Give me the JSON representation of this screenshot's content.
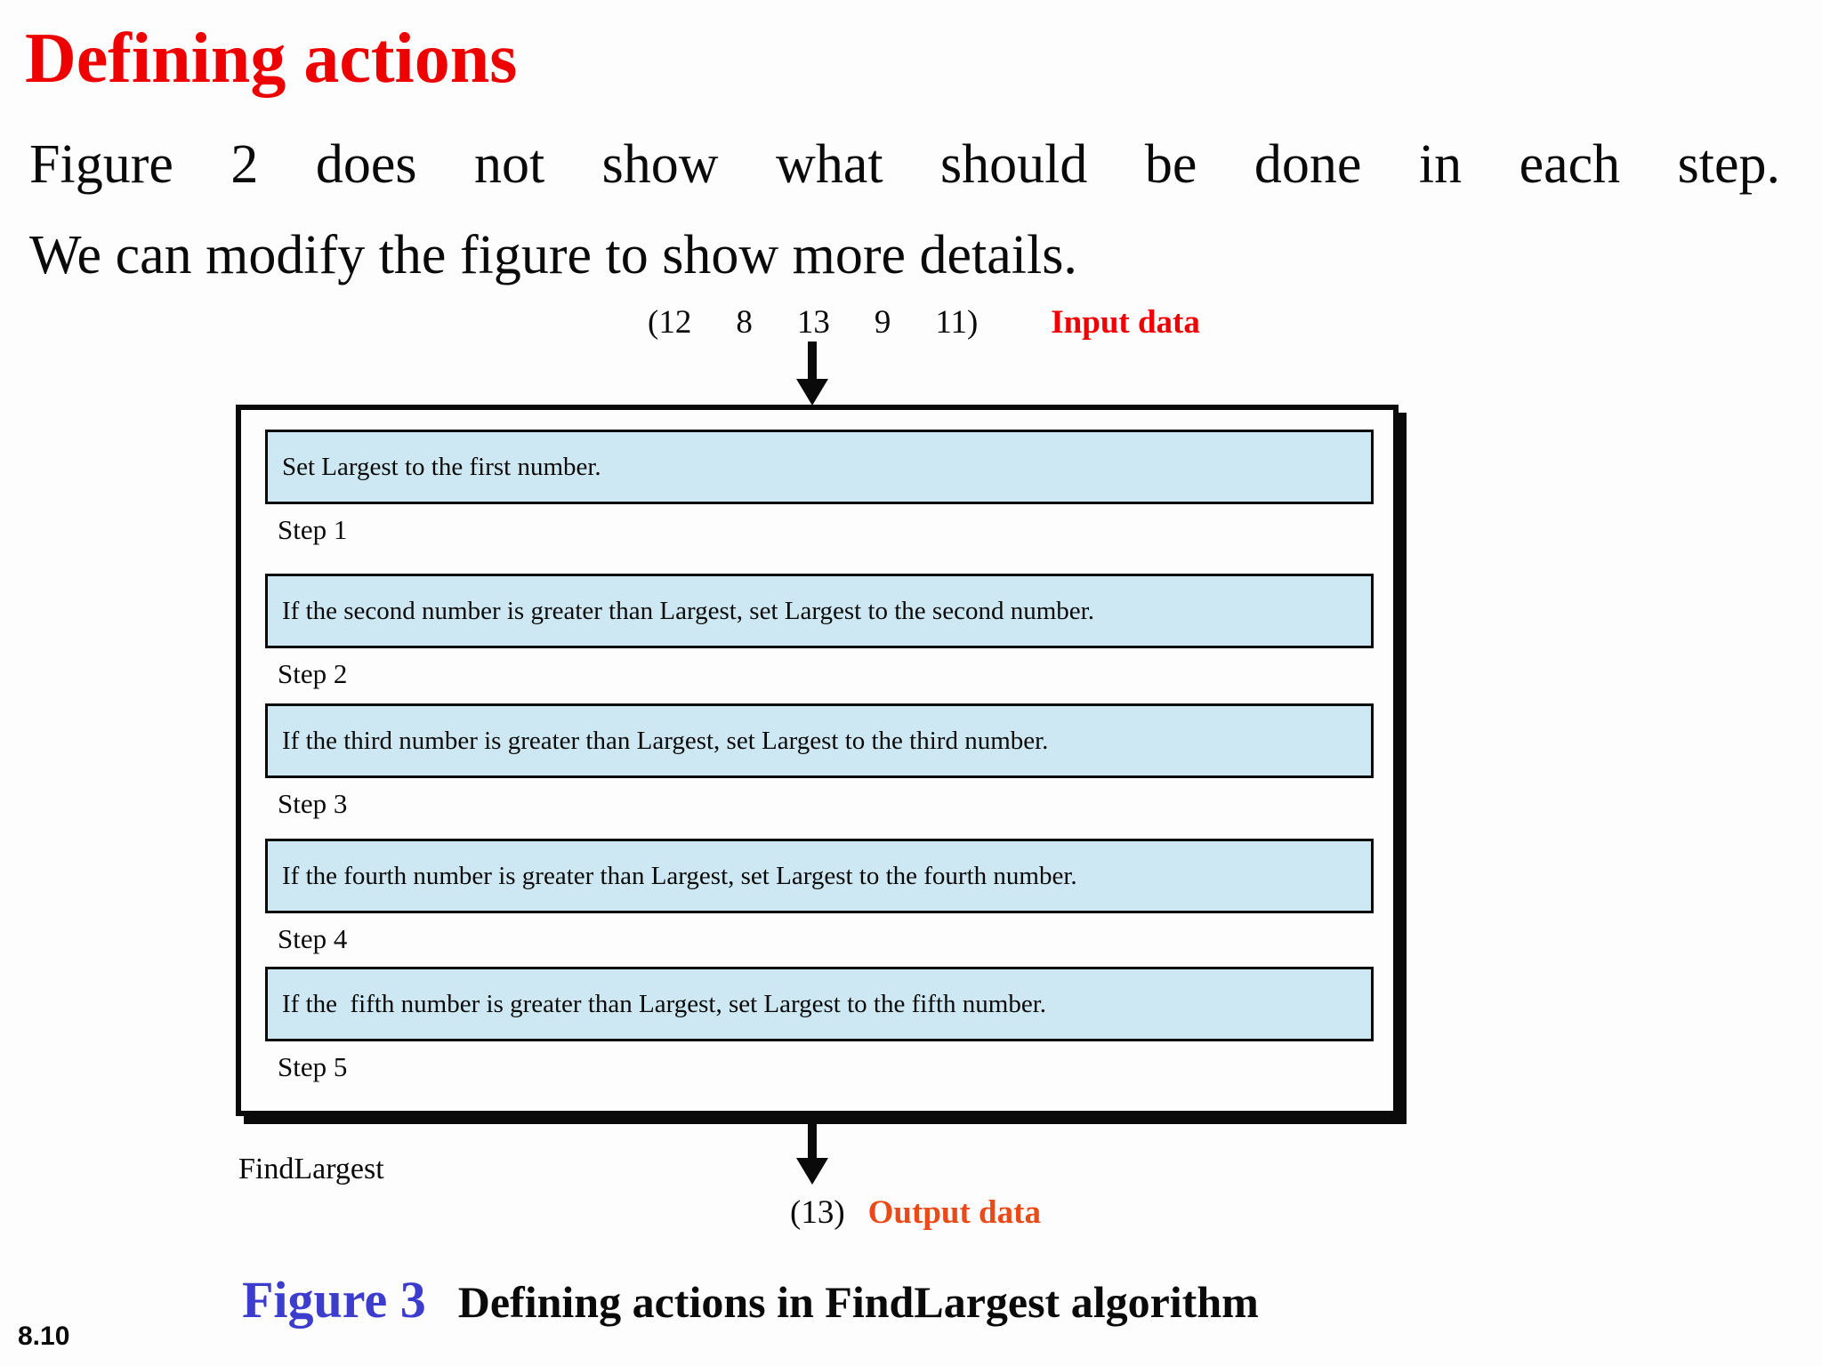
{
  "theme": {
    "title_red": "#ee0000",
    "input_red": "#f00000",
    "output_orange": "#ea4a18",
    "figure_blue": "#3c3ccd",
    "step_fill": "#cde8f2",
    "line_black": "#0a0a0a"
  },
  "slide": {
    "title": "Defining actions",
    "body_line1": "Figure 2 does not show what should be done in each step.",
    "body_line2": "We can modify the figure to show more details.",
    "page_number": "8.10"
  },
  "figure": {
    "input": {
      "values": [
        "(12",
        "8",
        "13",
        "9",
        "11)"
      ],
      "label": "Input data"
    },
    "steps": [
      {
        "label": "Step 1",
        "text": "Set Largest to the first number."
      },
      {
        "label": "Step 2",
        "text": "If the second number is greater than Largest, set Largest to the second number."
      },
      {
        "label": "Step 3",
        "text": "If the third number is greater than Largest, set Largest to the third number."
      },
      {
        "label": "Step 4",
        "text": "If the fourth number is greater than Largest, set Largest to the fourth number."
      },
      {
        "label": "Step 5",
        "text": "If the  fifth number is greater than Largest, set Largest to the fifth number."
      }
    ],
    "algorithm_name": "FindLargest",
    "output": {
      "value": "(13)",
      "label": "Output data"
    },
    "caption": {
      "figure_label": "Figure 3",
      "text": "Defining actions in FindLargest algorithm"
    }
  }
}
